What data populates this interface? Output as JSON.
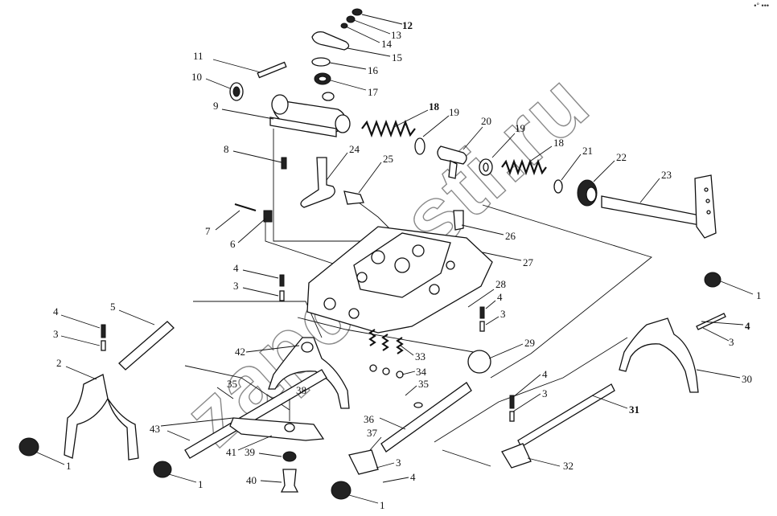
{
  "watermark": "zapchasti.ru",
  "corner_mark": "•° •••",
  "callouts": [
    {
      "id": "c12",
      "label": "12"
    },
    {
      "id": "c13",
      "label": "13"
    },
    {
      "id": "c14",
      "label": "14"
    },
    {
      "id": "c15",
      "label": "15"
    },
    {
      "id": "c11",
      "label": "11"
    },
    {
      "id": "c16",
      "label": "16"
    },
    {
      "id": "c10",
      "label": "10"
    },
    {
      "id": "c17",
      "label": "17"
    },
    {
      "id": "c9",
      "label": "9"
    },
    {
      "id": "c18a",
      "label": "18"
    },
    {
      "id": "c19a",
      "label": "19"
    },
    {
      "id": "c20",
      "label": "20"
    },
    {
      "id": "c19b",
      "label": "19"
    },
    {
      "id": "c18b",
      "label": "18"
    },
    {
      "id": "c21",
      "label": "21"
    },
    {
      "id": "c22",
      "label": "22"
    },
    {
      "id": "c23",
      "label": "23"
    },
    {
      "id": "c8",
      "label": "8"
    },
    {
      "id": "c24",
      "label": "24"
    },
    {
      "id": "c25",
      "label": "25"
    },
    {
      "id": "c7",
      "label": "7"
    },
    {
      "id": "c6",
      "label": "6"
    },
    {
      "id": "c26",
      "label": "26"
    },
    {
      "id": "c27",
      "label": "27"
    },
    {
      "id": "c4a",
      "label": "4"
    },
    {
      "id": "c3a",
      "label": "3"
    },
    {
      "id": "c28",
      "label": "28"
    },
    {
      "id": "c4b",
      "label": "4"
    },
    {
      "id": "c3b",
      "label": "3"
    },
    {
      "id": "c1a",
      "label": "1"
    },
    {
      "id": "c4c",
      "label": "4"
    },
    {
      "id": "c3c",
      "label": "3"
    },
    {
      "id": "c5",
      "label": "5"
    },
    {
      "id": "c4d",
      "label": "4"
    },
    {
      "id": "c3d",
      "label": "3"
    },
    {
      "id": "c2",
      "label": "2"
    },
    {
      "id": "c42",
      "label": "42"
    },
    {
      "id": "c33",
      "label": "33"
    },
    {
      "id": "c29",
      "label": "29"
    },
    {
      "id": "c34",
      "label": "34"
    },
    {
      "id": "c35a",
      "label": "35"
    },
    {
      "id": "c35b",
      "label": "35"
    },
    {
      "id": "c38",
      "label": "38"
    },
    {
      "id": "c30",
      "label": "30"
    },
    {
      "id": "c4e",
      "label": "4"
    },
    {
      "id": "c3e",
      "label": "3"
    },
    {
      "id": "c31",
      "label": "31"
    },
    {
      "id": "c36",
      "label": "36"
    },
    {
      "id": "c43",
      "label": "43"
    },
    {
      "id": "c37",
      "label": "37"
    },
    {
      "id": "c41",
      "label": "41"
    },
    {
      "id": "c39",
      "label": "39"
    },
    {
      "id": "c3f",
      "label": "3"
    },
    {
      "id": "c32",
      "label": "32"
    },
    {
      "id": "c1b",
      "label": "1"
    },
    {
      "id": "c4f",
      "label": "4"
    },
    {
      "id": "c40",
      "label": "40"
    },
    {
      "id": "c1c",
      "label": "1"
    },
    {
      "id": "c1d",
      "label": "1"
    }
  ]
}
